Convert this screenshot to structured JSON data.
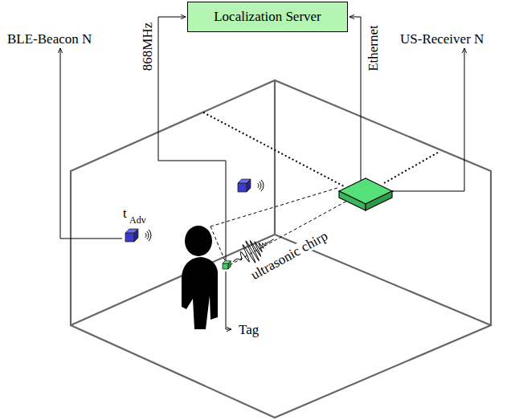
{
  "diagram": {
    "nodes": [
      {
        "text": [
          "Localization Server"
        ]
      }
    ],
    "labels": [
      "BLE-Beacon N",
      "US-Receiver N",
      "868MHz",
      "Ethernet",
      "t",
      "Adv",
      "ultrasonic chirp",
      "Tag"
    ]
  }
}
